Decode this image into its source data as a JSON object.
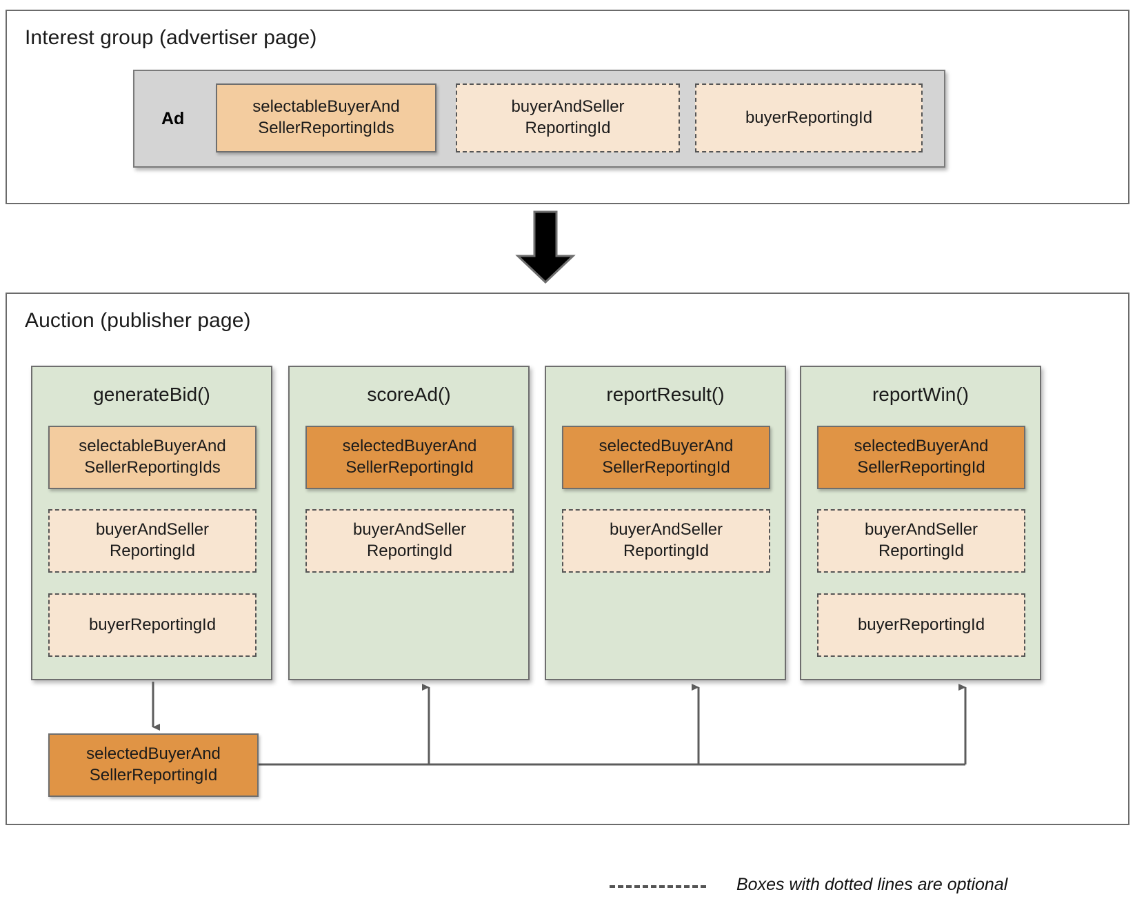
{
  "interest_group": {
    "title": "Interest group (advertiser page)",
    "ad_label": "Ad",
    "boxes": [
      {
        "label": "selectableBuyerAnd\nSellerReportingIds",
        "style": "solid-light"
      },
      {
        "label": "buyerAndSeller\nReportingId",
        "style": "dashed"
      },
      {
        "label": "buyerReportingId",
        "style": "dashed"
      }
    ]
  },
  "flow_arrow": {
    "name": "down-arrow",
    "direction": "down"
  },
  "auction": {
    "title": "Auction (publisher page)",
    "columns": [
      {
        "title": "generateBid()",
        "boxes": [
          {
            "label": "selectableBuyerAnd\nSellerReportingIds",
            "style": "solid-light"
          },
          {
            "label": "buyerAndSeller\nReportingId",
            "style": "dashed"
          },
          {
            "label": "buyerReportingId",
            "style": "dashed"
          }
        ]
      },
      {
        "title": "scoreAd()",
        "boxes": [
          {
            "label": "selectedBuyerAnd\nSellerReportingId",
            "style": "solid-dark"
          },
          {
            "label": "buyerAndSeller\nReportingId",
            "style": "dashed"
          }
        ]
      },
      {
        "title": "reportResult()",
        "boxes": [
          {
            "label": "selectedBuyerAnd\nSellerReportingId",
            "style": "solid-dark"
          },
          {
            "label": "buyerAndSeller\nReportingId",
            "style": "dashed"
          }
        ]
      },
      {
        "title": "reportWin()",
        "boxes": [
          {
            "label": "selectedBuyerAnd\nSellerReportingId",
            "style": "solid-dark"
          },
          {
            "label": "buyerAndSeller\nReportingId",
            "style": "dashed"
          },
          {
            "label": "buyerReportingId",
            "style": "dashed"
          }
        ]
      }
    ],
    "output_box": {
      "label": "selectedBuyerAnd\nSellerReportingId",
      "style": "solid-dark"
    }
  },
  "legend": {
    "text": "Boxes with dotted lines are optional"
  },
  "colors": {
    "solid_light": "#f3cc9f",
    "solid_dark": "#e09445",
    "dashed_fill": "#f8e5d1",
    "column_green": "#dbe6d3",
    "ad_grey": "#d4d4d4",
    "stroke": "#6e6e6e"
  }
}
